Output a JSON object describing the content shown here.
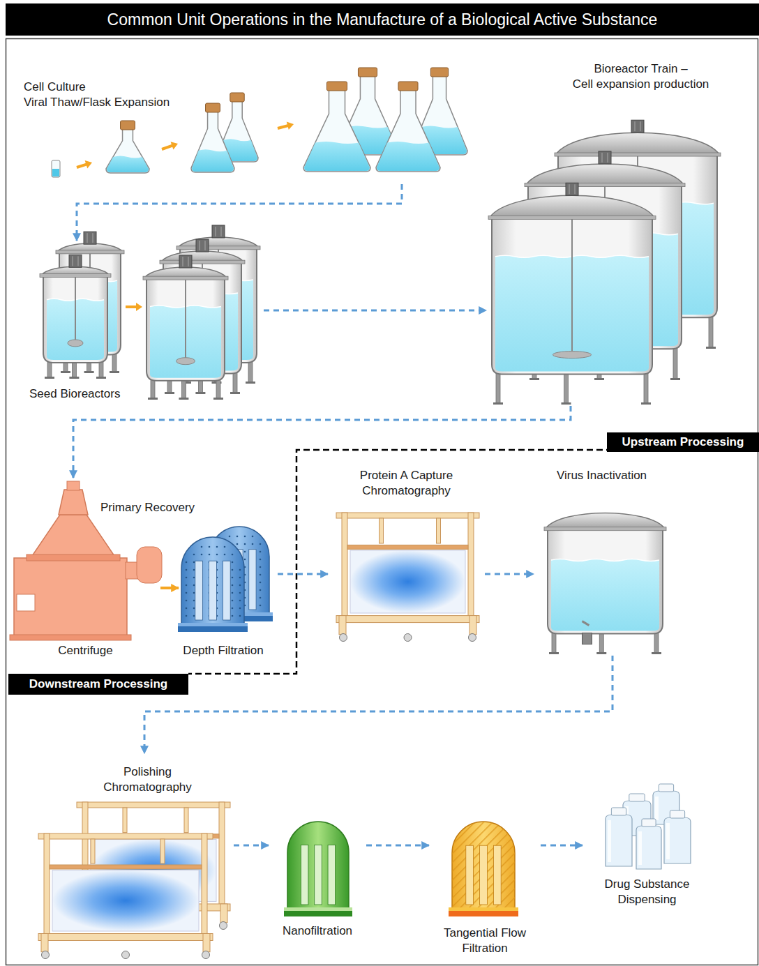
{
  "diagram": {
    "title": "Common Unit Operations in the Manufacture of a Biological Active Substance",
    "nodes": [
      {
        "text": [
          "Cell Culture",
          "Viral Thaw/Flask Expansion"
        ]
      },
      {
        "text": [
          "Seed Bioreactors"
        ]
      },
      {
        "text": [
          "Bioreactor Train –",
          "Cell expansion production"
        ]
      },
      {
        "text": [
          "Primary Recovery"
        ]
      },
      {
        "text": [
          "Centrifuge"
        ],
        "in": 3
      },
      {
        "text": [
          "Depth Filtration"
        ],
        "in": 3
      },
      {
        "text": [
          "Protein A Capture Chromatography"
        ]
      },
      {
        "text": [
          "Virus Inactivation"
        ]
      },
      {
        "text": [
          "Polishing Chromatography"
        ]
      },
      {
        "text": [
          "Nanofiltration"
        ]
      },
      {
        "text": [
          "Tangential Flow Filtration"
        ]
      },
      {
        "text": [
          "Drug Substance Dispensing"
        ]
      }
    ],
    "edges": [
      {
        "from": 0,
        "to": 1,
        "arrow": "to"
      },
      {
        "from": 1,
        "to": 2,
        "arrow": "to"
      },
      {
        "from": 2,
        "to": 3,
        "arrow": "to"
      },
      {
        "from": 4,
        "to": 5,
        "arrow": "to"
      },
      {
        "from": 5,
        "to": 6,
        "arrow": "to"
      },
      {
        "from": 6,
        "to": 7,
        "arrow": "to"
      },
      {
        "from": 7,
        "to": 8,
        "arrow": "to"
      },
      {
        "from": 8,
        "to": 9,
        "arrow": "to"
      },
      {
        "from": 9,
        "to": 10,
        "arrow": "to"
      },
      {
        "from": 10,
        "to": 11,
        "arrow": "to"
      }
    ],
    "labels": [
      "Upstream Processing",
      "Downstream Processing"
    ]
  }
}
